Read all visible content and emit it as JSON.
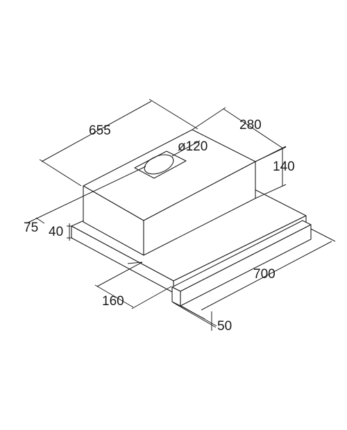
{
  "dimensions": {
    "width_total": "655",
    "depth": "280",
    "outlet_diameter": "ø120",
    "height_body": "140",
    "dim_75": "75",
    "dim_40": "40",
    "extension": "700",
    "dim_160": "160",
    "front_panel": "50"
  }
}
